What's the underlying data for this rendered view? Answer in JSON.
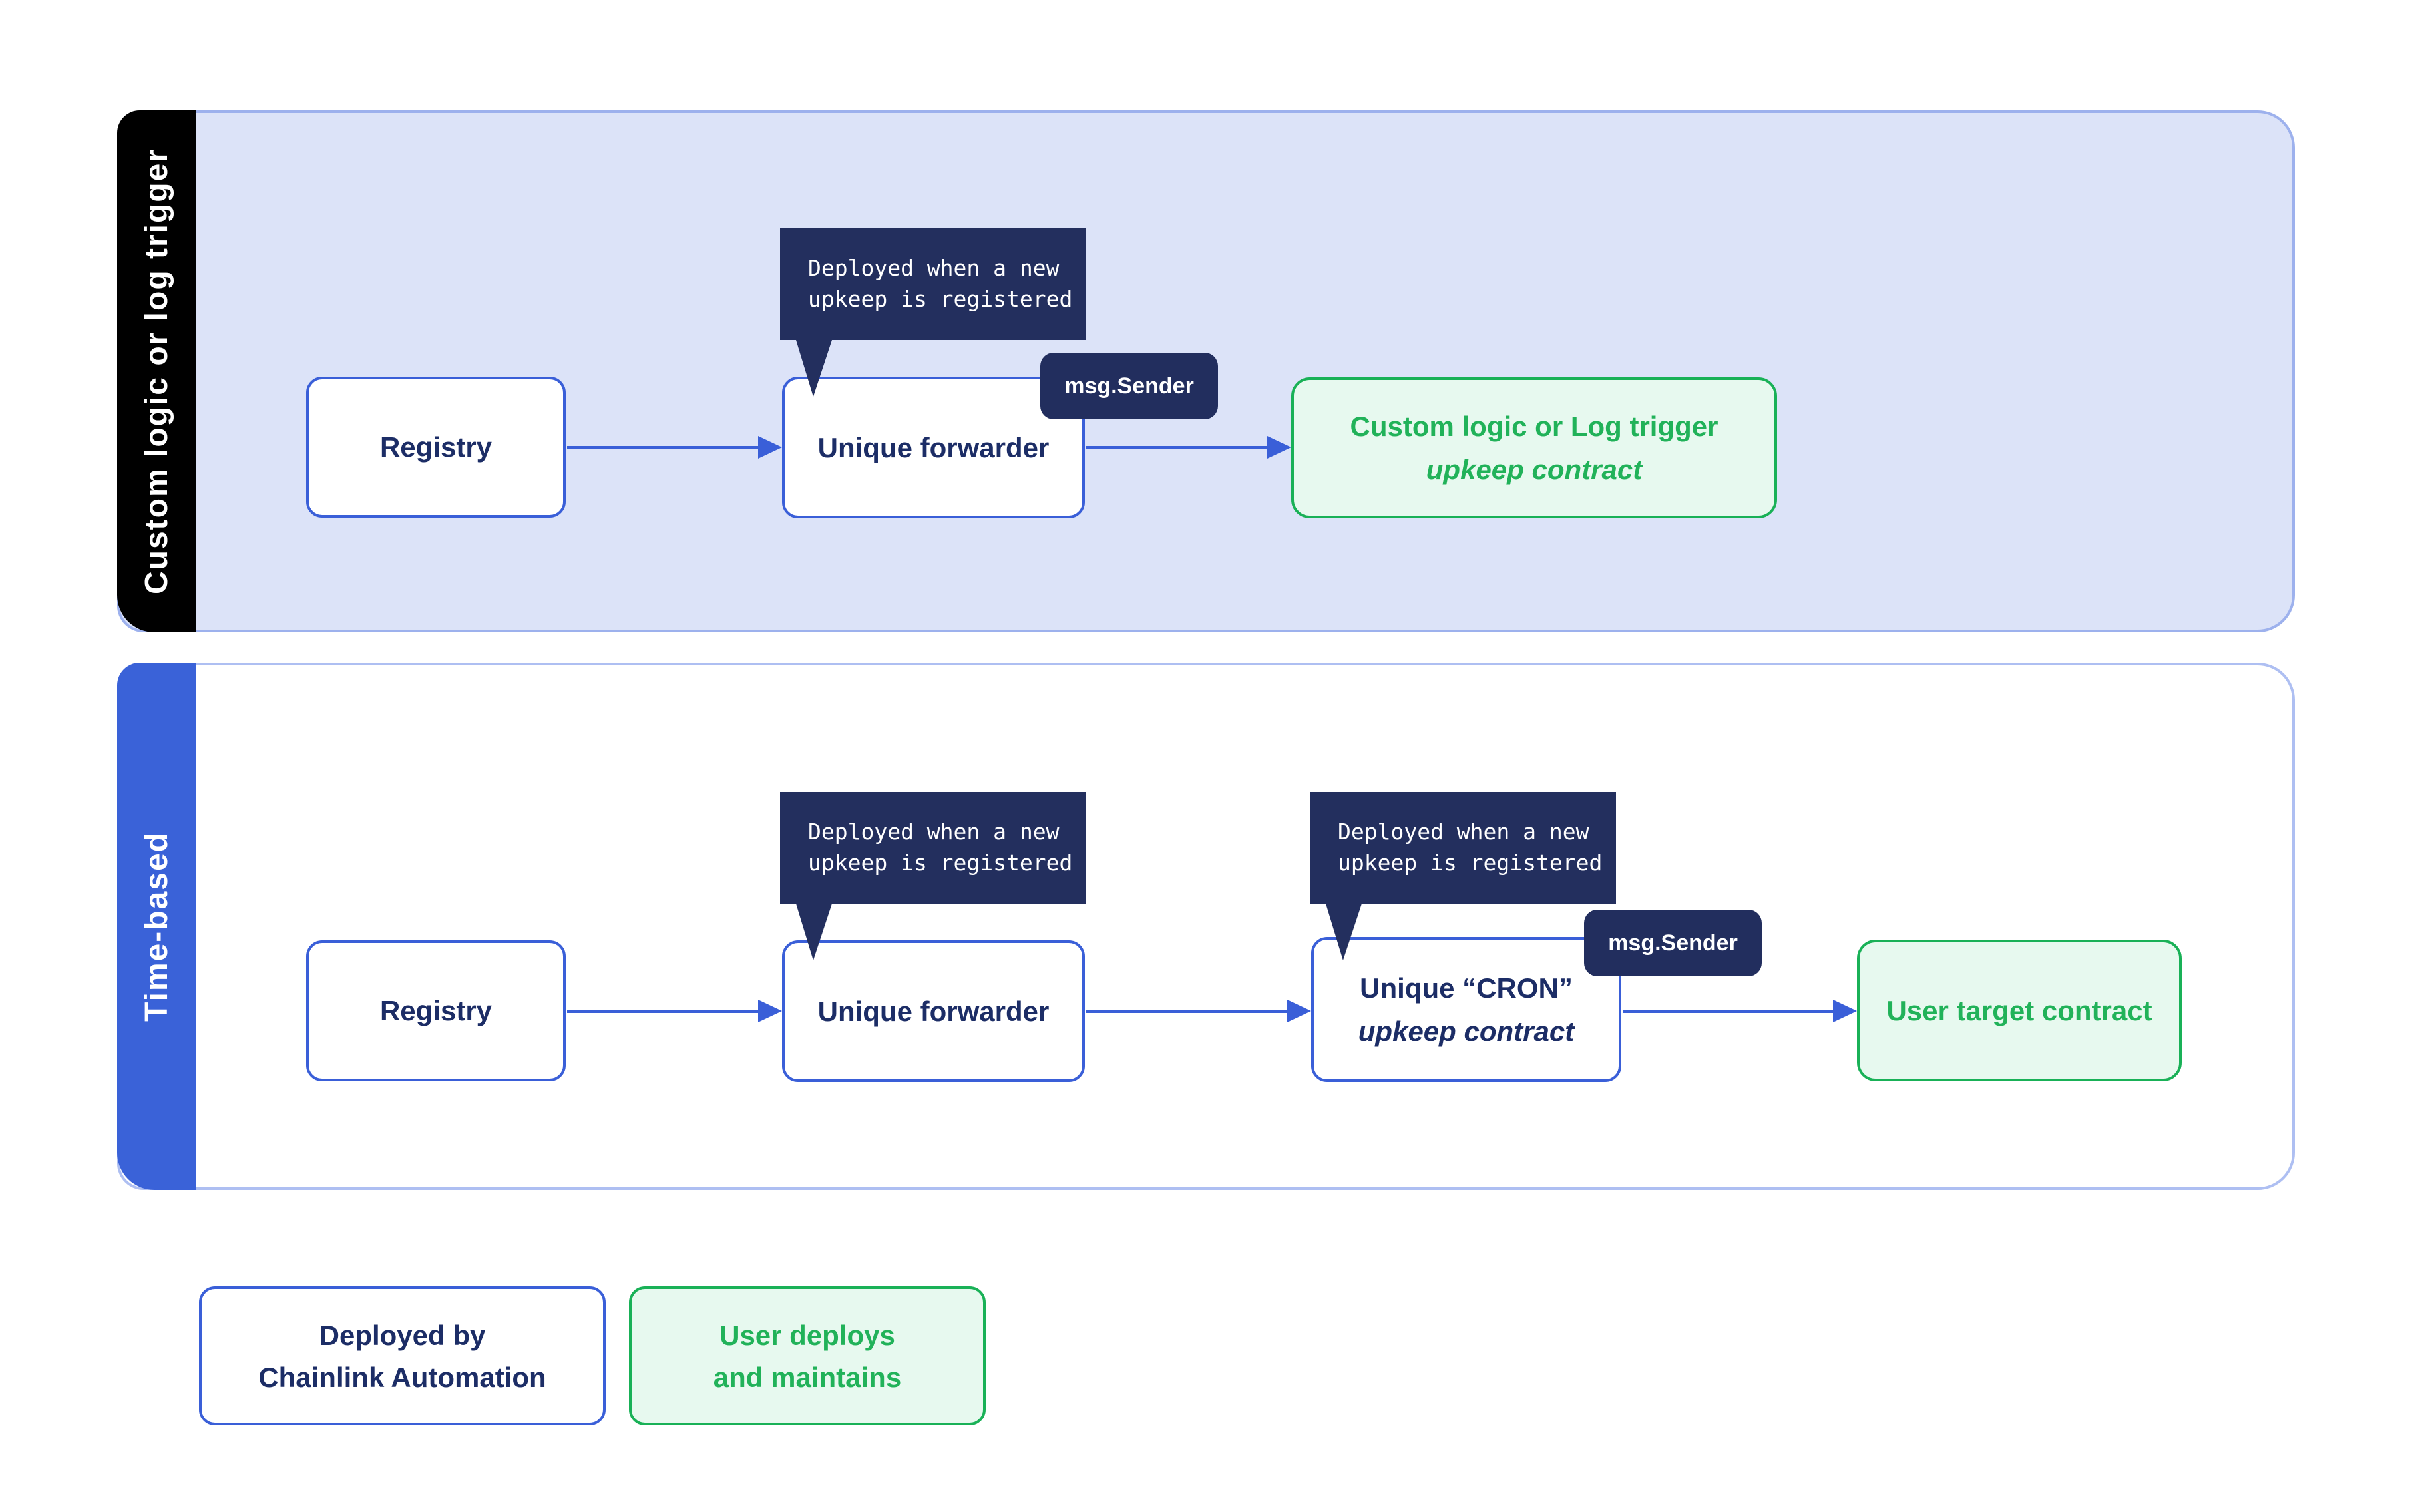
{
  "colors": {
    "royal_blue": "#3A5FD8",
    "tab_blue": "#3A62D8",
    "navy_fill": "#232F5E",
    "navy_text": "#1C2D66",
    "lane_custom_bg": "#DCE3F8",
    "lane_custom_border": "#9DB1ED",
    "lane_time_border": "#AEBFF2",
    "green_text": "#21B259",
    "green_border": "#19B157",
    "green_bg": "#E7F9EF",
    "black": "#000000",
    "white": "#FFFFFF"
  },
  "lanes": [
    {
      "label": "Custom logic or log trigger"
    },
    {
      "label": "Time-based"
    }
  ],
  "tooltip": {
    "line1": "Deployed when a new",
    "line2": "upkeep is registered"
  },
  "badge": "msg.Sender",
  "nodes": {
    "custom": {
      "registry": "Registry",
      "forwarder": "Unique forwarder",
      "upkeep_line1": "Custom logic or Log trigger",
      "upkeep_line2": "upkeep contract"
    },
    "time": {
      "registry": "Registry",
      "forwarder": "Unique forwarder",
      "cron_line1": "Unique “CRON”",
      "cron_line2": "upkeep contract",
      "target": "User target contract"
    }
  },
  "legend": {
    "chainlink_line1": "Deployed by",
    "chainlink_line2": "Chainlink Automation",
    "user_line1": "User deploys",
    "user_line2": "and maintains"
  }
}
